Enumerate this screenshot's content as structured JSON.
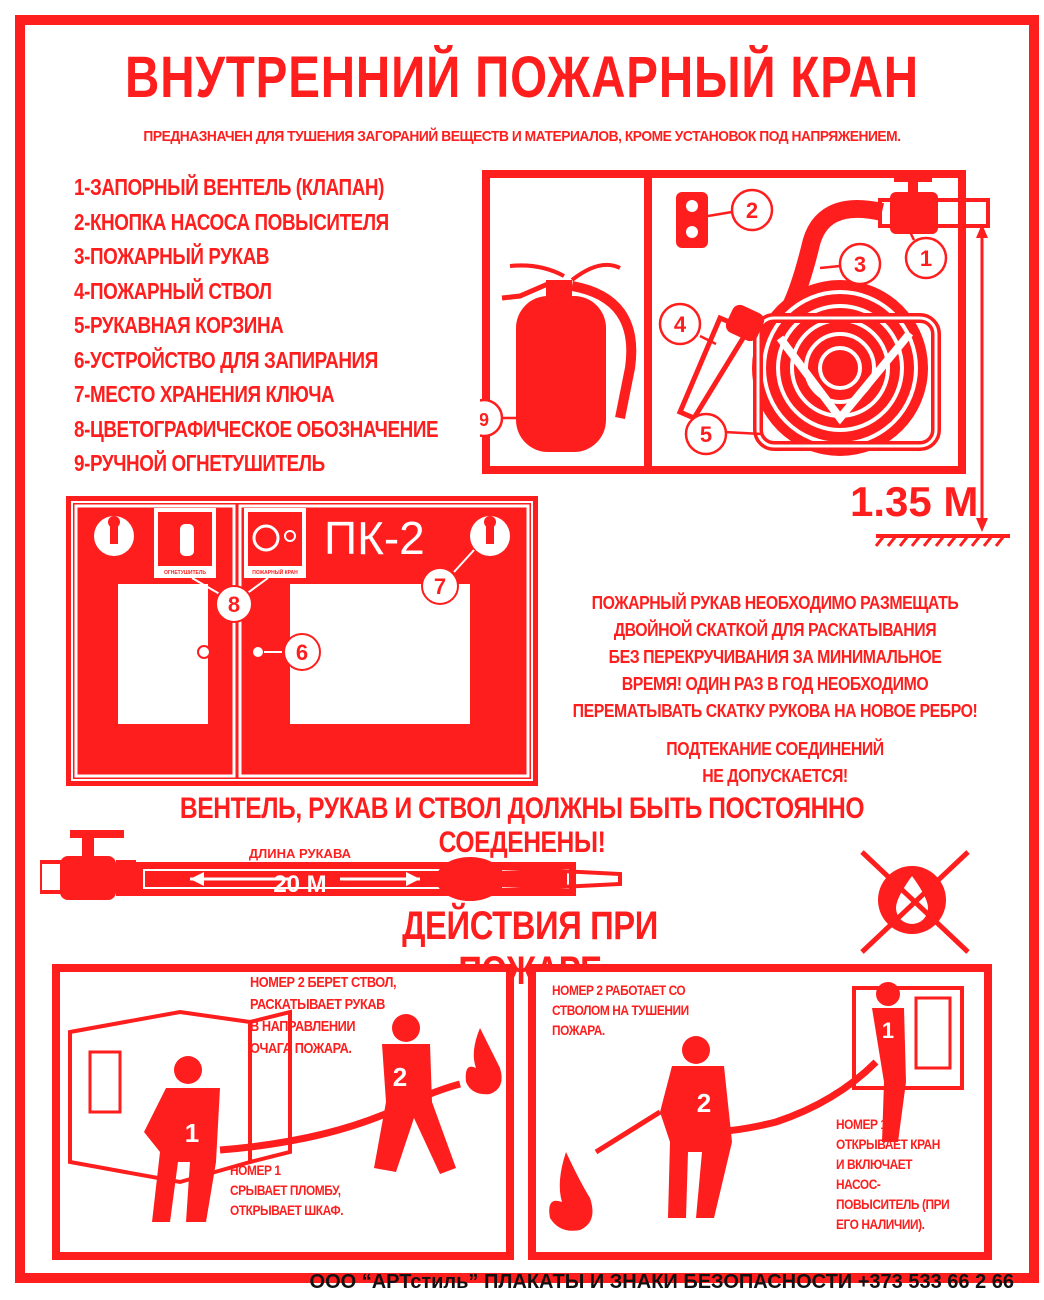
{
  "header": {
    "title": "ВНУТРЕННИЙ ПОЖАРНЫЙ КРАН",
    "subtitle": "ПРЕДНАЗНАЧЕН ДЛЯ ТУШЕНИЯ ЗАГОРАНИЙ ВЕЩЕСТВ И МАТЕРИАЛОВ, КРОМЕ УСТАНОВОК ПОД НАПРЯЖЕНИЕМ."
  },
  "legend": [
    "1-ЗАПОРНЫЙ ВЕНТЕЛЬ (КЛАПАН)",
    "2-КНОПКА НАСОСА ПОВЫСИТЕЛЯ",
    "3-ПОЖАРНЫЙ РУКАВ",
    "4-ПОЖАРНЫЙ СТВОЛ",
    "5-РУКАВНАЯ КОРЗИНА",
    "6-УСТРОЙСТВО ДЛЯ ЗАПИРАНИЯ",
    "7-МЕСТО ХРАНЕНИЯ КЛЮЧА",
    "8-ЦВЕТОГРАФИЧЕСКОЕ ОБОЗНАЧЕНИЕ",
    "9-РУЧНОЙ ОГНЕТУШИТЕЛЬ"
  ],
  "diagram": {
    "callouts": [
      "1",
      "2",
      "3",
      "4",
      "5",
      "6",
      "7",
      "8",
      "9"
    ],
    "height_label": "1.35 М",
    "cabinet_label": "ПК-2",
    "sign_extinguisher": "ОГНЕТУШИТЕЛЬ",
    "sign_hose": "ПОЖАРНЫЙ КРАН"
  },
  "notes": {
    "storage": [
      "ПОЖАРНЫЙ РУКАВ НЕОБХОДИМО РАЗМЕЩАТЬ",
      "ДВОЙНОЙ СКАТКОЙ ДЛЯ РАСКАТЫВАНИЯ",
      "БЕЗ ПЕРЕКРУЧИВАНИЯ ЗА МИНИМАЛЬНОЕ",
      "ВРЕМЯ! ОДИН РАЗ В ГОД НЕОБХОДИМО",
      "ПЕРЕМАТЫВАТЬ СКАТКУ РУКОВА НА НОВОЕ РЕБРО!"
    ],
    "leak": [
      "ПОДТЕКАНИЕ СОЕДИНЕНИЙ",
      "НЕ ДОПУСКАЕТСЯ!"
    ],
    "connected": "ВЕНТЕЛЬ, РУКАВ И СТВОЛ ДОЛЖНЫ БЫТЬ ПОСТОЯННО СОЕДЕНЕНЫ!"
  },
  "hose": {
    "length_caption": "ДЛИНА РУКАВА",
    "length_value": "20 М"
  },
  "actions": {
    "title": "ДЕЙСТВИЯ ПРИ ПОЖАРЕ",
    "left_top": [
      "НОМЕР 2 БЕРЕТ СТВОЛ,",
      "РАСКАТЫВАЕТ РУКАВ",
      "В НАПРАВЛЕНИИ",
      "ОЧАГА ПОЖАРА."
    ],
    "left_bottom": [
      "НОМЕР 1",
      "СРЫВАЕТ ПЛОМБУ,",
      "ОТКРЫВАЕТ ШКАФ."
    ],
    "right_top": [
      "НОМЕР 2 РАБОТАЕТ СО",
      "СТВОЛОМ НА ТУШЕНИИ",
      "ПОЖАРА."
    ],
    "right_bottom": [
      "НОМЕР 1",
      "ОТКРЫВАЕТ КРАН",
      "И ВКЛЮЧАЕТ НАСОС-",
      "ПОВЫСИТЕЛЬ (ПРИ",
      "ЕГО НАЛИЧИИ)."
    ],
    "figure_1": "1",
    "figure_2": "2"
  },
  "footer": "ООО “АРТстиль” ПЛАКАТЫ И ЗНАКИ БЕЗОПАСНОСТИ +373 533 66 2 66",
  "colors": {
    "primary_red": "#fe1e1e",
    "background": "#ffffff",
    "footer_text": "#111111"
  }
}
